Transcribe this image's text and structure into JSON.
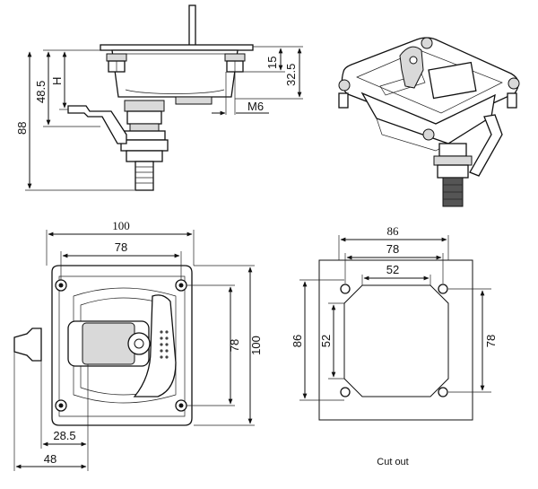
{
  "side_view": {
    "dim_total_height": "88",
    "dim_body_depth": "48.5",
    "dim_handle_H": "H",
    "dim_flange_15": "15",
    "dim_flange_32_5": "32.5",
    "thread_label": "M6"
  },
  "front_view": {
    "dim_overall_width": "100",
    "dim_hole_spacing_width": "78",
    "dim_hole_spacing_height": "78",
    "dim_overall_height": "100",
    "dim_offset_28_5": "28.5",
    "dim_offset_48": "48"
  },
  "cutout": {
    "dim_plate_width": "86",
    "dim_hole_spacing_width": "78",
    "dim_opening_width": "52",
    "dim_plate_height": "86",
    "dim_opening_height": "52",
    "dim_hole_spacing_height": "78",
    "caption": "Cut out"
  },
  "colors": {
    "line": "#111111",
    "background": "#ffffff",
    "fill_gray": "#d9d9d9"
  }
}
